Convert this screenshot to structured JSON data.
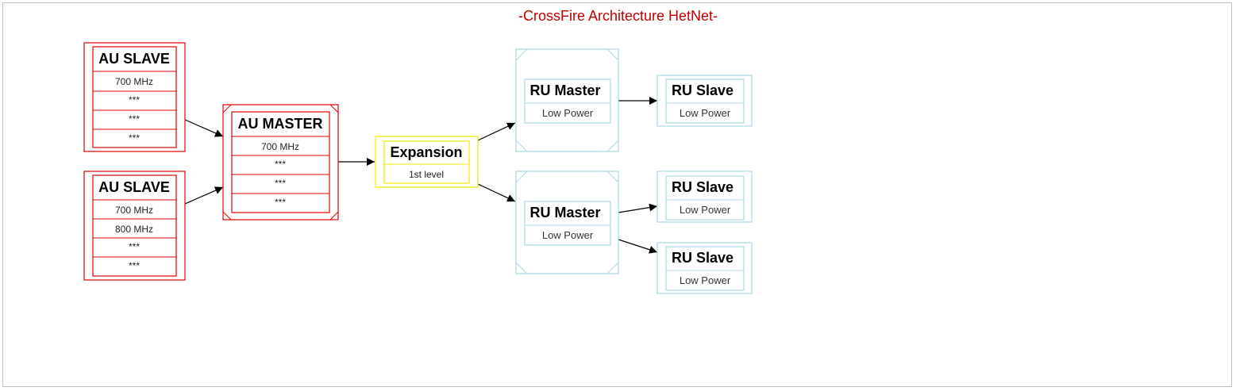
{
  "title": "-CrossFire Architecture HetNet-",
  "colors": {
    "au": "#e00000",
    "expansion": "#f0e800",
    "ru": "#a8d8e4",
    "title": "#c00000",
    "edge": "#000000"
  },
  "nodes": {
    "au_slave_1": {
      "title": "AU SLAVE",
      "rows": [
        "700 MHz",
        "***",
        "***",
        "***"
      ]
    },
    "au_slave_2": {
      "title": "AU SLAVE",
      "rows": [
        "700 MHz",
        "800 MHz",
        "***",
        "***"
      ]
    },
    "au_master": {
      "title": "AU MASTER",
      "rows": [
        "700 MHz",
        "***",
        "***",
        "***"
      ]
    },
    "expansion": {
      "title": "Expansion",
      "rows": [
        "1st level"
      ]
    },
    "ru_master_1": {
      "title": "RU Master",
      "rows": [
        "Low Power"
      ]
    },
    "ru_master_2": {
      "title": "RU Master",
      "rows": [
        "Low Power"
      ]
    },
    "ru_slave_1": {
      "title": "RU Slave",
      "rows": [
        "Low Power"
      ]
    },
    "ru_slave_2": {
      "title": "RU Slave",
      "rows": [
        "Low Power"
      ]
    },
    "ru_slave_3": {
      "title": "RU Slave",
      "rows": [
        "Low Power"
      ]
    }
  },
  "edges": [
    {
      "from": "au_slave_1",
      "to": "au_master"
    },
    {
      "from": "au_slave_2",
      "to": "au_master"
    },
    {
      "from": "au_master",
      "to": "expansion"
    },
    {
      "from": "expansion",
      "to": "ru_master_1"
    },
    {
      "from": "expansion",
      "to": "ru_master_2"
    },
    {
      "from": "ru_master_1",
      "to": "ru_slave_1"
    },
    {
      "from": "ru_master_2",
      "to": "ru_slave_2"
    },
    {
      "from": "ru_master_2",
      "to": "ru_slave_3"
    }
  ]
}
